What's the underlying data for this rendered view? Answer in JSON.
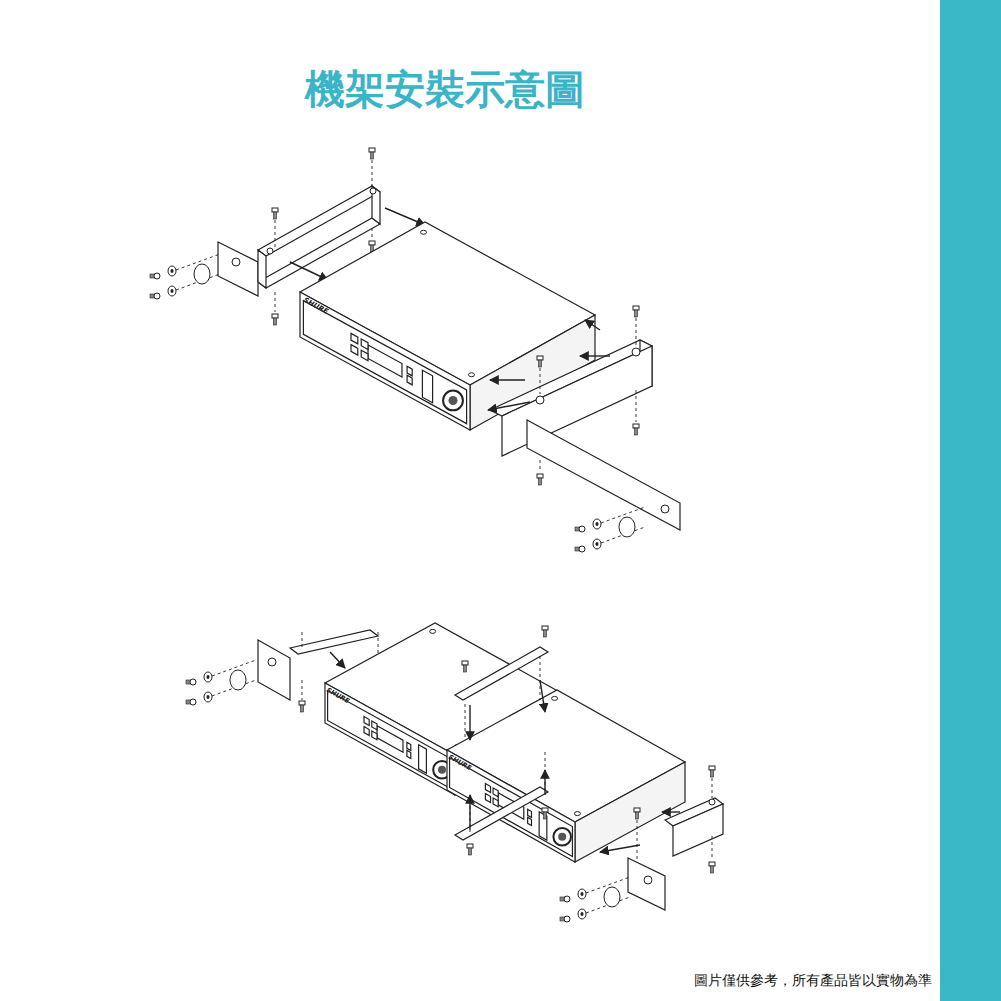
{
  "diagram": {
    "title": "機架安裝示意圖",
    "caption": "圖片僅供參考，所有產品皆以實物為準",
    "labels": [
      "SHURE",
      "SHURE",
      "SHURE"
    ]
  }
}
